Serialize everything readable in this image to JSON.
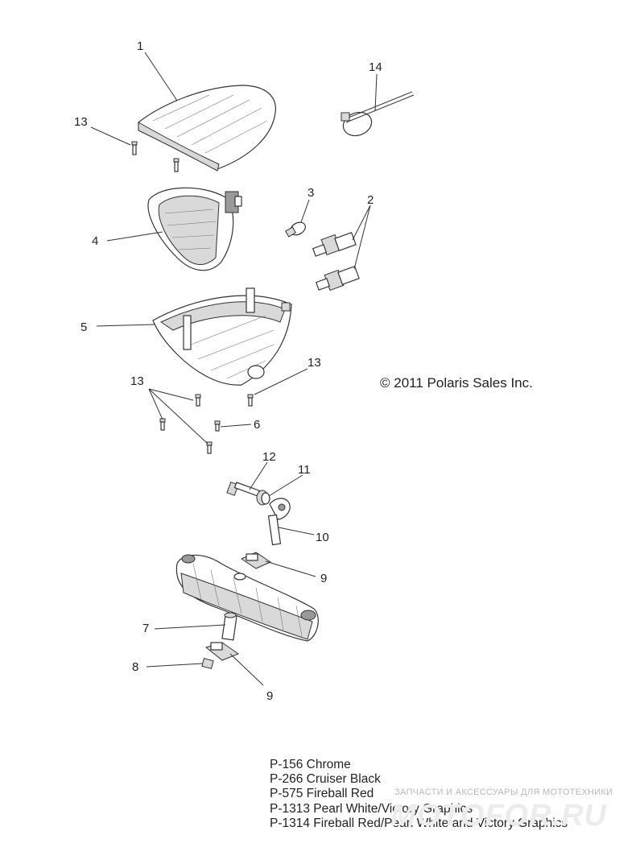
{
  "callouts": {
    "c1": "1",
    "c2": "2",
    "c3": "3",
    "c4": "4",
    "c5": "5",
    "c6": "6",
    "c7": "7",
    "c8": "8",
    "c9a": "9",
    "c9b": "9",
    "c10": "10",
    "c11": "11",
    "c12": "12",
    "c13a": "13",
    "c13b": "13",
    "c13c": "13",
    "c14": "14"
  },
  "copyright": "© 2011 Polaris Sales Inc.",
  "legend": [
    "P-156  Chrome",
    "P-266  Cruiser Black",
    "P-575  Fireball Red",
    "P-1313 Pearl White/Victory Graphics",
    "P-1314 Fireball Red/Pearl White and Victory Graphics"
  ],
  "watermark": {
    "tagline": "ЗАПЧАСТИ И АКСЕССУАРЫ ДЛЯ МОТОТЕХНИКИ",
    "logo": "MOTOFOR.RU"
  }
}
